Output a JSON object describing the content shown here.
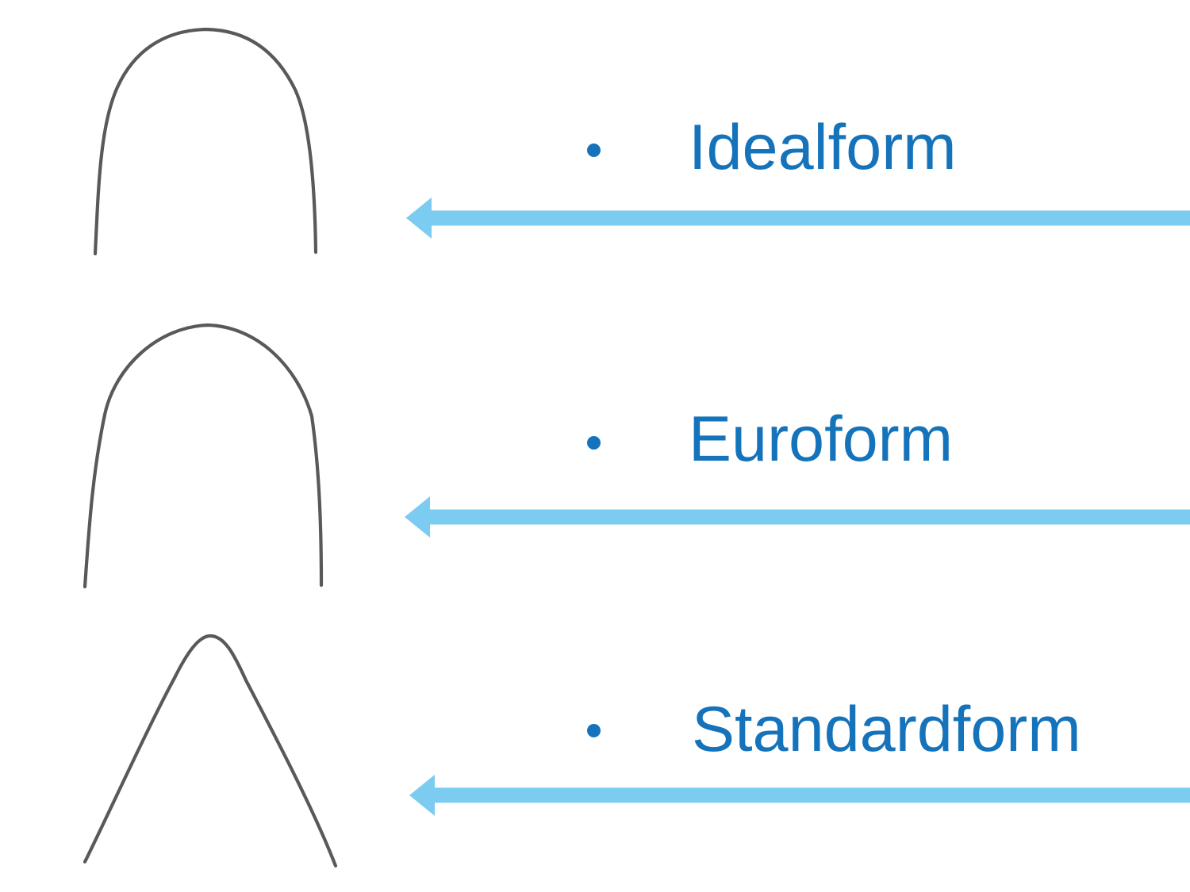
{
  "slide": {
    "items": [
      {
        "label": "Idealform",
        "drawing": "idealform-archwire"
      },
      {
        "label": "Euroform",
        "drawing": "euroform-archwire"
      },
      {
        "label": "Standardform",
        "drawing": "standardform-archwire"
      }
    ],
    "colors": {
      "label_text": "#1473ba",
      "bullet": "#1473ba",
      "arrow": "#7bccf0",
      "wire": "#59595b"
    }
  }
}
